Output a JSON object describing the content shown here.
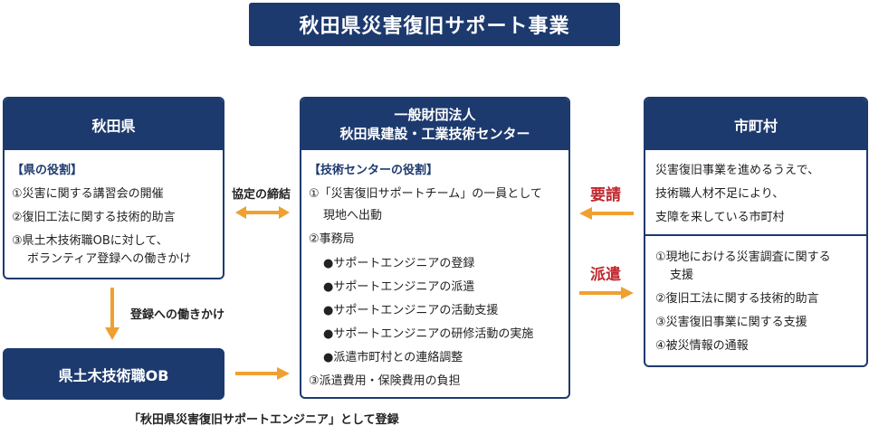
{
  "title": "秋田県災害復旧サポート事業",
  "colors": {
    "navy": "#1d3a6e",
    "orange": "#f0a030",
    "red": "#c0262d"
  },
  "left_box": {
    "header": "秋田県",
    "role_heading": "【県の役割】",
    "items": [
      "①災害に関する講習会の開催",
      "②復旧工法に関する技術的助言",
      "③県土木技術職OBに対して、",
      "ボランティア登録への働きかけ"
    ]
  },
  "ob_box": {
    "label": "県土木技術職OB"
  },
  "center_box": {
    "header_line1": "一般財団法人",
    "header_line2": "秋田県建設・工業技術センター",
    "role_heading": "【技術センターの役割】",
    "items": [
      "①「災害復旧サポートチーム」の一員として",
      "現地へ出動",
      "②事務局",
      "●サポートエンジニアの登録",
      "●サポートエンジニアの派遣",
      "●サポートエンジニアの活動支援",
      "●サポートエンジニアの研修活動の実施",
      "●派遣市町村との連絡調整",
      "③派遣費用・保険費用の負担"
    ]
  },
  "right_box": {
    "header": "市町村",
    "top_text": [
      "災害復旧事業を進めるうえで、",
      "技術職人材不足により、",
      "支障を来している市町村"
    ],
    "items": [
      "①現地における災害調査に関する",
      "支援",
      "②復旧工法に関する技術的助言",
      "③災害復旧事業に関する支援",
      "④被災情報の通報"
    ]
  },
  "arrows": {
    "agreement": "協定の締結",
    "registration_push": "登録への働きかけ",
    "request": "要請",
    "dispatch": "派遣"
  },
  "footer_note": "「秋田県災害復旧サポートエンジニア」として登録"
}
